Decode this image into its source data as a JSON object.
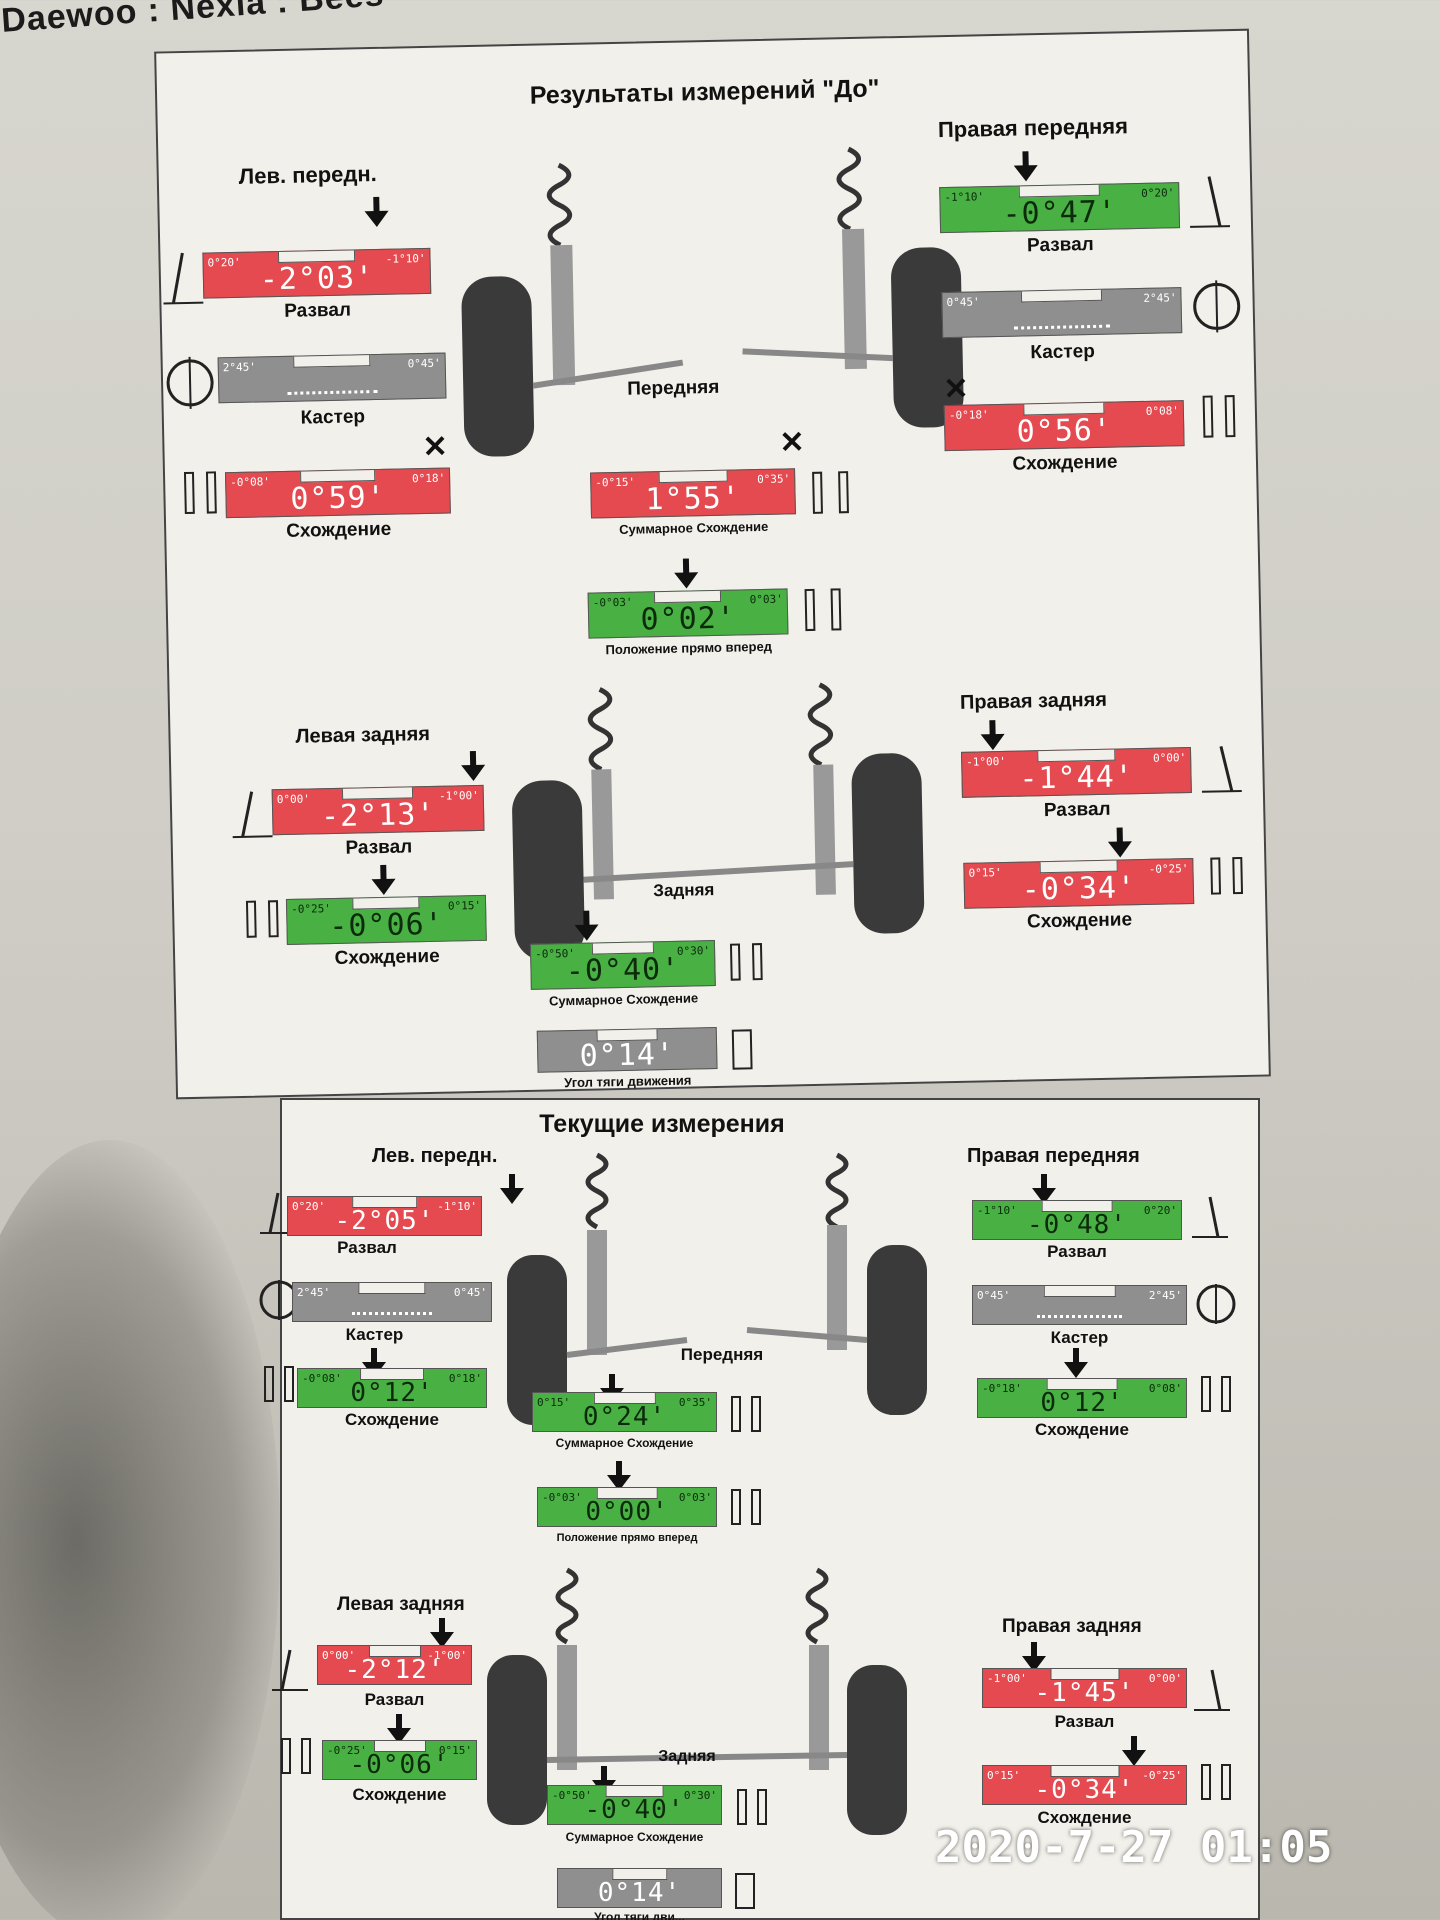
{
  "doc_header": "Daewoo : Nexia : Bees",
  "timestamp": "2020-7-27 01:05",
  "before": {
    "title": "Результаты измерений \"До\"",
    "front_label": "Передняя",
    "rear_label": "Задняя",
    "left_front": {
      "label": "Лев. передн.",
      "camber": {
        "value": "-2°03'",
        "min": "0°20'",
        "max": "-1°10'",
        "status": "red",
        "label": "Развал"
      },
      "caster": {
        "value": "",
        "min": "2°45'",
        "max": "0°45'",
        "status": "gray",
        "label": "Кастер"
      },
      "toe": {
        "value": "0°59'",
        "min": "-0°08'",
        "max": "0°18'",
        "status": "red",
        "label": "Схождение"
      }
    },
    "right_front": {
      "label": "Правая передняя",
      "camber": {
        "value": "-0°47'",
        "min": "-1°10'",
        "max": "0°20'",
        "status": "green",
        "label": "Развал"
      },
      "caster": {
        "value": "",
        "min": "0°45'",
        "max": "2°45'",
        "status": "gray",
        "label": "Кастер"
      },
      "toe": {
        "value": "0°56'",
        "min": "-0°18'",
        "max": "0°08'",
        "status": "red",
        "label": "Схождение"
      }
    },
    "front_total_toe": {
      "value": "1°55'",
      "min": "-0°15'",
      "max": "0°35'",
      "status": "red",
      "label": "Суммарное Схождение"
    },
    "straight_ahead": {
      "value": "0°02'",
      "min": "-0°03'",
      "max": "0°03'",
      "status": "green",
      "label": "Положение прямо вперед"
    },
    "left_rear": {
      "label": "Левая задняя",
      "camber": {
        "value": "-2°13'",
        "min": "0°00'",
        "max": "-1°00'",
        "status": "red",
        "label": "Развал"
      },
      "toe": {
        "value": "-0°06'",
        "min": "-0°25'",
        "max": "0°15'",
        "status": "green",
        "label": "Схождение"
      }
    },
    "right_rear": {
      "label": "Правая задняя",
      "camber": {
        "value": "-1°44'",
        "min": "-1°00'",
        "max": "0°00'",
        "status": "red",
        "label": "Развал"
      },
      "toe": {
        "value": "-0°34'",
        "min": "0°15'",
        "max": "-0°25'",
        "status": "red",
        "label": "Схождение"
      }
    },
    "rear_total_toe": {
      "value": "-0°40'",
      "min": "-0°50'",
      "max": "0°30'",
      "status": "green",
      "label": "Суммарное Схождение"
    },
    "thrust_angle": {
      "value": "0°14'",
      "status": "gray",
      "label": "Угол тяги движения"
    }
  },
  "current": {
    "title": "Текущие измерения",
    "front_label": "Передняя",
    "rear_label": "Задняя",
    "left_front": {
      "label": "Лев. передн.",
      "camber": {
        "value": "-2°05'",
        "min": "0°20'",
        "max": "-1°10'",
        "status": "red",
        "label": "Развал"
      },
      "caster": {
        "value": "",
        "min": "2°45'",
        "max": "0°45'",
        "status": "gray",
        "label": "Кастер"
      },
      "toe": {
        "value": "0°12'",
        "min": "-0°08'",
        "max": "0°18'",
        "status": "green",
        "label": "Схождение"
      }
    },
    "right_front": {
      "label": "Правая передняя",
      "camber": {
        "value": "-0°48'",
        "min": "-1°10'",
        "max": "0°20'",
        "status": "green",
        "label": "Развал"
      },
      "caster": {
        "value": "",
        "min": "0°45'",
        "max": "2°45'",
        "status": "gray",
        "label": "Кастер"
      },
      "toe": {
        "value": "0°12'",
        "min": "-0°18'",
        "max": "0°08'",
        "status": "green",
        "label": "Схождение"
      }
    },
    "front_total_toe": {
      "value": "0°24'",
      "min": "0°15'",
      "max": "0°35'",
      "status": "green",
      "label": "Суммарное Схождение"
    },
    "straight_ahead": {
      "value": "0°00'",
      "min": "-0°03'",
      "max": "0°03'",
      "status": "green",
      "label": "Положение прямо вперед"
    },
    "left_rear": {
      "label": "Левая задняя",
      "camber": {
        "value": "-2°12'",
        "min": "0°00'",
        "max": "-1°00'",
        "status": "red",
        "label": "Развал"
      },
      "toe": {
        "value": "-0°06'",
        "min": "-0°25'",
        "max": "0°15'",
        "status": "green",
        "label": "Схождение"
      }
    },
    "right_rear": {
      "label": "Правая задняя",
      "camber": {
        "value": "-1°45'",
        "min": "-1°00'",
        "max": "0°00'",
        "status": "red",
        "label": "Развал"
      },
      "toe": {
        "value": "-0°34'",
        "min": "0°15'",
        "max": "-0°25'",
        "status": "red",
        "label": "Схождение"
      }
    },
    "rear_total_toe": {
      "value": "-0°40'",
      "min": "-0°50'",
      "max": "0°30'",
      "status": "green",
      "label": "Суммарное Схождение"
    },
    "thrust_angle": {
      "value": "0°14'",
      "status": "gray",
      "label": "Угол тяги дви..."
    }
  },
  "colors": {
    "red": "#e44a4f",
    "green": "#49b043",
    "gray": "#8f8f8f",
    "paper": "#f1f0ea"
  }
}
